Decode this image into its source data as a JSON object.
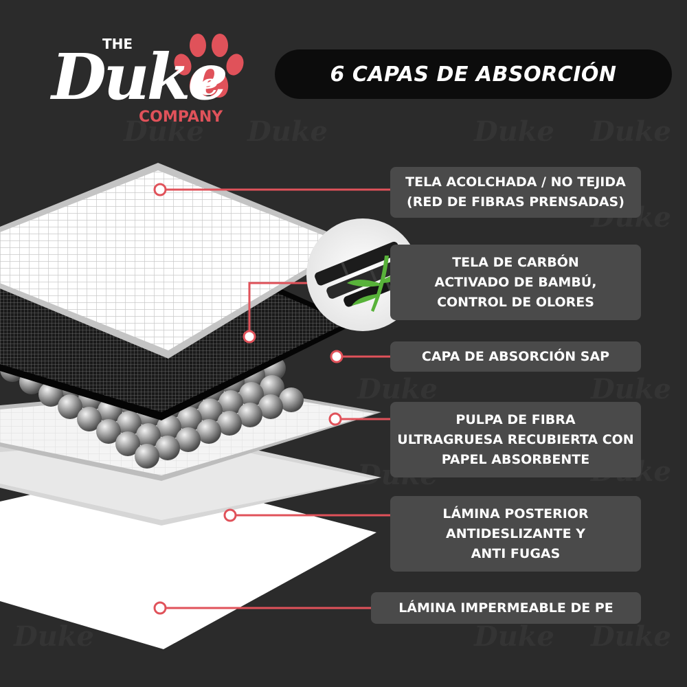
{
  "brand": {
    "the": "THE",
    "name": "Duke",
    "company": "COMPANY"
  },
  "title": "6 CAPAS DE ABSORCIÓN",
  "layers": [
    {
      "label": "TELA ACOLCHADA / NO TEJIDA\n(RED DE FIBRAS PRENSADAS)"
    },
    {
      "label": "TELA DE CARBÓN\nACTIVADO DE BAMBÚ,\nCONTROL DE OLORES"
    },
    {
      "label": "CAPA DE ABSORCIÓN SAP"
    },
    {
      "label": "PULPA DE FIBRA\nULTRAGRUESA RECUBIERTA CON\nPAPEL ABSORBENTE"
    },
    {
      "label": "LÁMINA POSTERIOR\nANTIDESLIZANTE Y\nANTI FUGAS"
    },
    {
      "label": "LÁMINA IMPERMEABLE DE PE"
    }
  ],
  "colors": {
    "background": "#2b2b2b",
    "accent": "#e0525a",
    "label_box": "#4a4a4a",
    "title_pill": "#0c0c0c"
  },
  "icons": [
    "paw-icon",
    "bamboo-charcoal-icon"
  ]
}
